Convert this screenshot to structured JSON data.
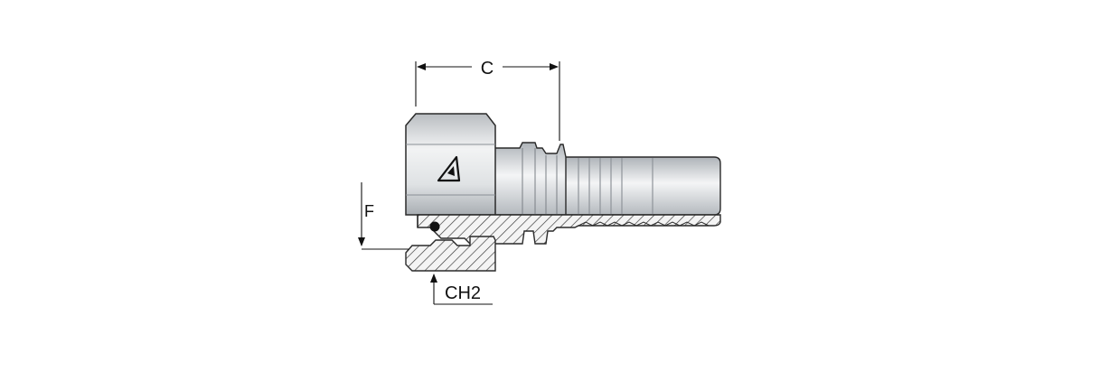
{
  "dimensions": {
    "c_label": "C",
    "f_label": "F",
    "ch2_label": "CH2"
  },
  "colors": {
    "background": "#ffffff",
    "body_light": "#eceef0",
    "body_mid": "#c8ccd0",
    "body_dark": "#9ea3a8",
    "outline": "#2a2a2a",
    "hatch": "#333333"
  },
  "logo": {
    "icon": "manufacturer-triangle-logo-icon"
  }
}
